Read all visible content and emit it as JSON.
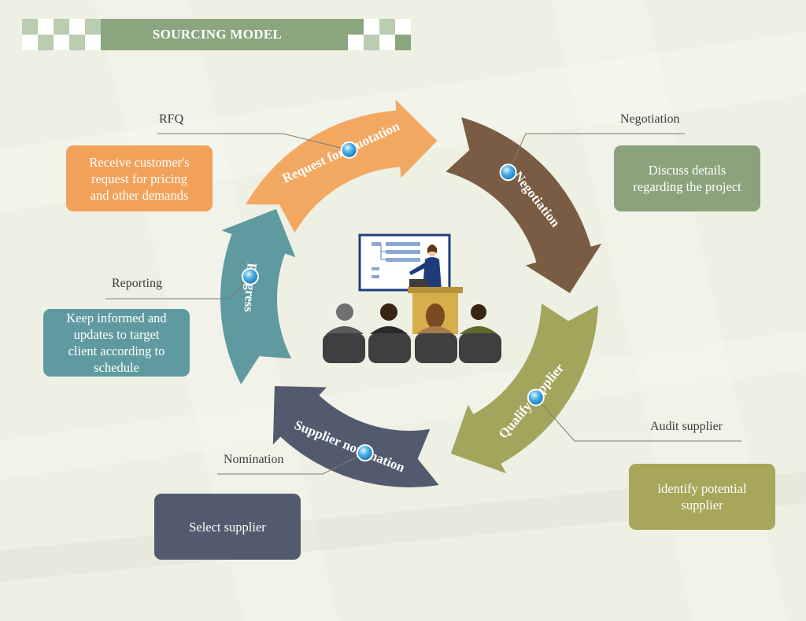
{
  "title": "SOURCING MODEL",
  "colors": {
    "background": "#eef0e4",
    "title_banner": "#8ba67e",
    "rfq": "#f3a862",
    "negotiation": "#7a5c44",
    "qualify": "#a3a55c",
    "nomination": "#525b6e",
    "progress": "#5f9aa1",
    "box_rfq": "#f2a15a",
    "box_negotiation": "#8ba37c",
    "box_audit": "#a7a65a",
    "box_nomination": "#525b6e",
    "box_reporting": "#5f9aa1",
    "dot": "#4fb1e6"
  },
  "stages": [
    {
      "id": "rfq",
      "label": "Request for Quotation",
      "tag": "RFQ",
      "description": "Receive customer's\nrequest for pricing\nand other demands"
    },
    {
      "id": "negotiation",
      "label": "Negotiation",
      "tag": "Negotiation",
      "description": "Discuss details\nregarding the project"
    },
    {
      "id": "qualify",
      "label": "Qualify supplier",
      "tag": "Audit supplier",
      "description": "identify  potential\nsupplier"
    },
    {
      "id": "nomination",
      "label": "Supplier nomination",
      "tag": "Nomination",
      "description": "Select supplier"
    },
    {
      "id": "progress",
      "label": "Progress",
      "tag": "Reporting",
      "description": "Keep  informed and\nupdates to  target\nclient according to\nschedule"
    }
  ],
  "center_illustration": "presentation-meeting-icon"
}
